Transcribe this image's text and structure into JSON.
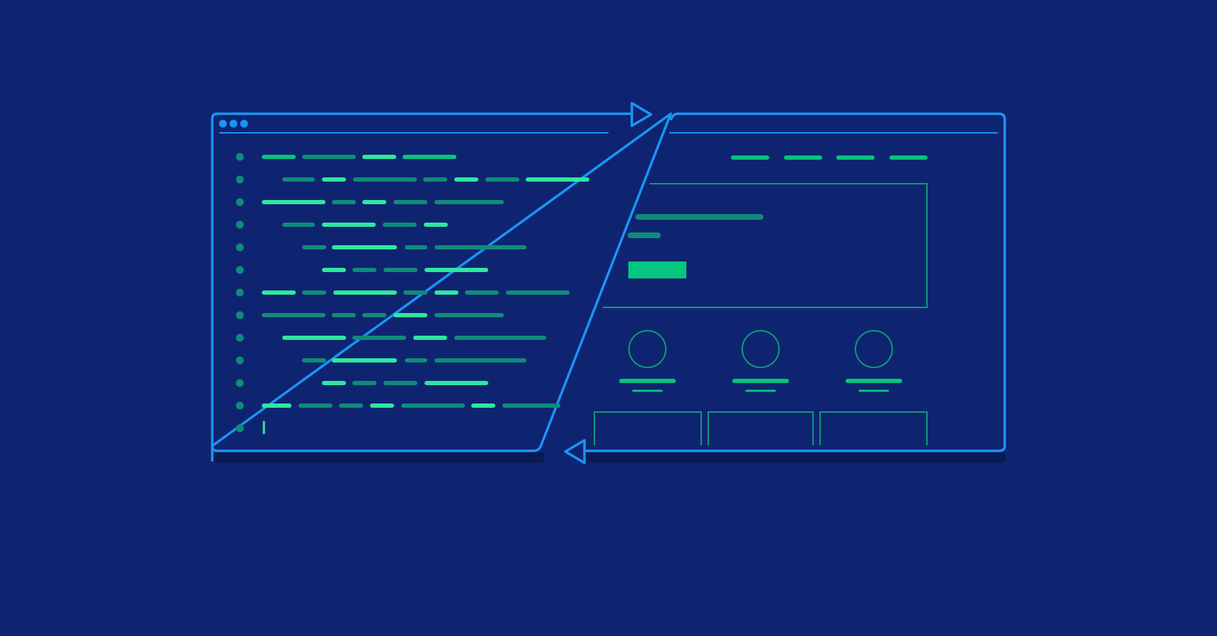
{
  "colors": {
    "background": "#0f2470",
    "frame_stroke": "#1a95f5",
    "window_dot": "#1a95f5",
    "shadow": "#0a1a55",
    "code_bright": "#2de8a0",
    "code_medium": "#05c67e",
    "code_dim": "#0f8c79",
    "gutter_dot": "#0f8c79",
    "wireframe_line": "#0f9a7a",
    "wireframe_fill": "#05c67e"
  },
  "icons": {
    "window_controls": [
      "window-dot-icon",
      "window-dot-icon",
      "window-dot-icon"
    ],
    "sync_arrows": [
      "arrow-right-icon",
      "arrow-left-icon"
    ],
    "text_cursor": "text-cursor-icon"
  },
  "code_editor": {
    "line_count": 13,
    "has_text_cursor_on_last_line": true
  },
  "website_preview": {
    "nav_item_count": 4,
    "hero_line_count": 2,
    "hero_has_button": true,
    "feature_card_count": 3,
    "bottom_panel_count": 3
  }
}
